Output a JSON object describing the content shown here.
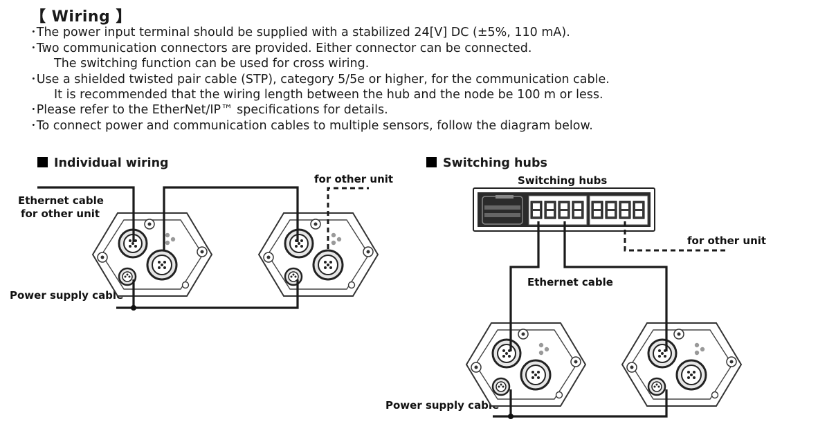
{
  "wiring": {
    "title": "【 Wiring 】",
    "lines": [
      "･The power input terminal should be supplied with a stabilized 24[V] DC (±5%, 110 mA).",
      "･Two communication connectors are provided. Either connector can be connected.",
      "The switching function can be used for cross wiring.",
      "･Use a shielded twisted pair cable (STP), category 5/5e or higher, for the communication cable.",
      "It is recommended that the wiring length between the hub and the node be 100 m or less.",
      "･Please refer to the EtherNet/IP™ specifications for details.",
      "･To connect power and communication cables to multiple sensors, follow the diagram below."
    ]
  },
  "individual": {
    "title": "Individual wiring",
    "ethernet_label_1": "Ethernet cable",
    "ethernet_label_2": "for other unit",
    "other_unit_label": "for other unit",
    "power_label": "Power  supply cable"
  },
  "switching": {
    "title": "Switching hubs",
    "hub_label": "Switching hubs",
    "other_unit_label": "for other unit",
    "ethernet_label": "Ethernet cable",
    "power_label": "Power  supply cable"
  },
  "icons": {
    "unit": "hexagonal-sensor-unit-icon",
    "hub": "switching-hub-icon",
    "square": "black-square-bullet"
  },
  "colors": {
    "ink": "#1a1a1a",
    "device_outline": "#333333",
    "hub_fill": "#2b2b2b"
  }
}
